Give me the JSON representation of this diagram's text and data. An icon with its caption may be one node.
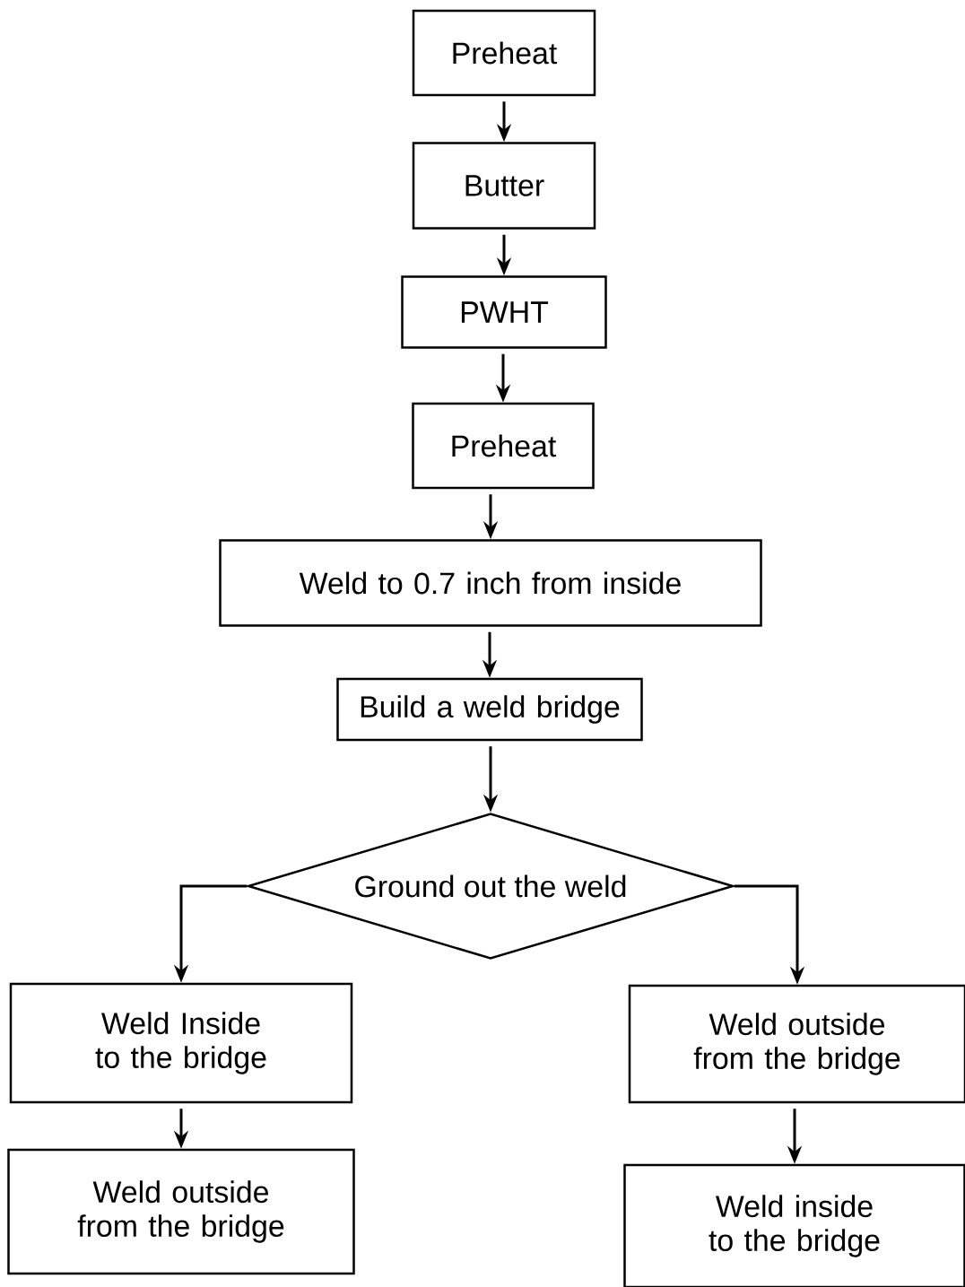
{
  "diagram": {
    "nodes": [
      {
        "text": [
          "Preheat"
        ]
      },
      {
        "text": [
          "Butter"
        ]
      },
      {
        "text": [
          "PWHT"
        ]
      },
      {
        "text": [
          "Preheat"
        ]
      },
      {
        "text": [
          "Weld to 0.7 inch from inside"
        ]
      },
      {
        "text": [
          "Build a weld bridge"
        ]
      },
      {
        "text": [
          "Ground out the weld"
        ]
      },
      {
        "text": [
          "Weld Inside to the bridge"
        ]
      },
      {
        "text": [
          "Weld outside from the bridge"
        ]
      },
      {
        "text": [
          "Weld outside from the bridge"
        ]
      },
      {
        "text": [
          "Weld inside to the bridge"
        ]
      }
    ],
    "edges": [
      {
        "from": 0,
        "to": 1,
        "arrow": "to"
      },
      {
        "from": 1,
        "to": 2,
        "arrow": "to"
      },
      {
        "from": 2,
        "to": 3,
        "arrow": "to"
      },
      {
        "from": 3,
        "to": 4,
        "arrow": "to"
      },
      {
        "from": 4,
        "to": 5,
        "arrow": "to"
      },
      {
        "from": 5,
        "to": 6,
        "arrow": "to"
      },
      {
        "from": 6,
        "to": 7,
        "arrow": "to"
      },
      {
        "from": 6,
        "to": 8,
        "arrow": "to"
      },
      {
        "from": 7,
        "to": 9,
        "arrow": "to"
      },
      {
        "from": 8,
        "to": 10,
        "arrow": "to"
      }
    ]
  }
}
